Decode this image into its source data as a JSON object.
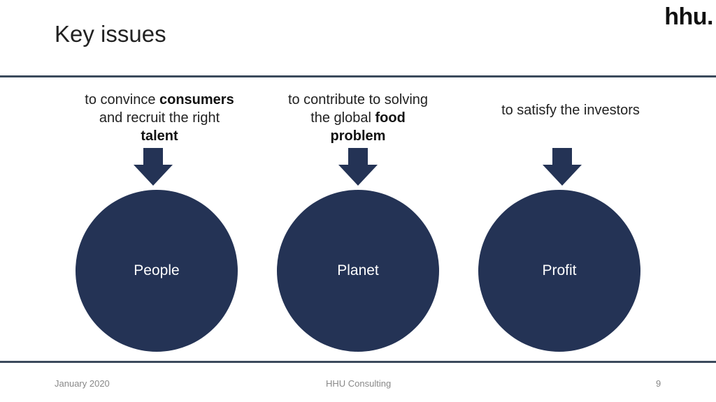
{
  "logo": "hhu.",
  "title": "Key issues",
  "columns": [
    {
      "caption_parts": [
        "to convince ",
        "consumers",
        " and recruit the right ",
        "talent"
      ],
      "circle_label": "People"
    },
    {
      "caption_parts": [
        "to contribute to solving the global ",
        "food",
        " ",
        "problem"
      ],
      "circle_label": "Planet"
    },
    {
      "caption_parts": [
        "to satisfy the investors"
      ],
      "circle_label": "Profit"
    }
  ],
  "colors": {
    "circle_fill": "#243355",
    "arrow_fill": "#243355",
    "rule": "#3b4a5c"
  },
  "icons": [
    "down-arrow-icon"
  ],
  "footer": {
    "date": "January 2020",
    "company": "HHU Consulting",
    "page_number": "9"
  }
}
